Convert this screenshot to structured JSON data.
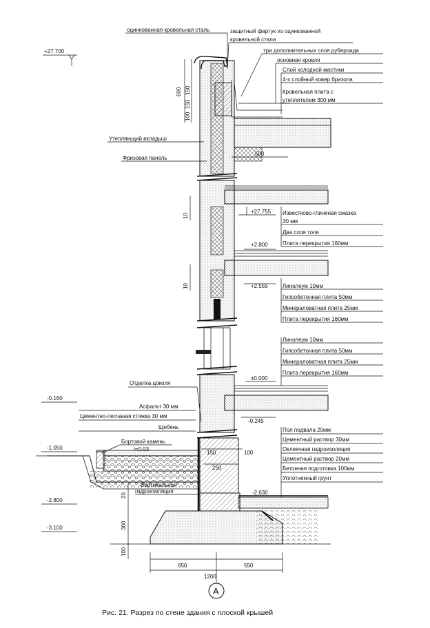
{
  "labels": {
    "roof_steel": "оцинкованная кровельная сталь",
    "apron_1": "защитный фартук из оцинкованной",
    "apron_2": "кровельной стали",
    "extra_layers": "три дополнительных слоя рубероида",
    "main_roof": "основная кровля",
    "cold_mastic": "Слой холодной мастики",
    "brizol": "4-х слойный ковер бризола",
    "roof_slab_1": "Кровельная плита с",
    "roof_slab_2": "утеплителем 300 мм",
    "insert": "Утепляющий вкладыш",
    "frieze": "Фризовая панель",
    "lime_clay_1": "Известково-глиняная смазка",
    "lime_clay_2": "30 мм",
    "tol": "Два слоя толя",
    "slab160_a": "Плита перекрытия 160мм",
    "lino_a": "Линолеум 10мм",
    "gypsum_a": "Гипсобетонная плита 50мм",
    "mineral_a": "Минераловатная плита 25мм",
    "slab160_b": "Плита перекрытия 160мм",
    "lino_b": "Линолеум 10мм",
    "gypsum_b": "Гипсобетонная плита 50мм",
    "mineral_b": "Минераловатная плита 25мм",
    "slab160_c": "Плита перекрытия 160мм",
    "plinth": "Отделка цоколя",
    "asphalt": "Асфальт 30 мм",
    "screed": "Цементно-песчаная стяжка 30 мм",
    "gravel": "Щебень",
    "curb": "Бортовой камень",
    "slope": "i=0.03",
    "basement_floor": "Пол подвала 20мм",
    "cement30": "Цементный раствор 30мм",
    "glued_wp": "Оклеечная гидроизоляция",
    "cement20": "Цементный раствор 20мм",
    "concrete_prep": "Бетонная подготовка 100мм",
    "compacted": "Уплотненный грунт",
    "vert_wp_1": "Вертикальная",
    "vert_wp_2": "гидроизоляция"
  },
  "levels": {
    "l_top": "+27.700",
    "l_27755": "+27.755",
    "l_2800": "+2.800",
    "l_2555": "+2.555",
    "l_0000": "±0.000",
    "l_m0160": "-0.160",
    "l_m0245": "-0.245",
    "l_m1050": "-1.050",
    "l_m2630": "-2.630",
    "l_m2800": "-2.800",
    "l_m3100": "-3.100"
  },
  "dimensions": {
    "d600": "600",
    "d100": "100",
    "d150a": "150",
    "d150b": "150",
    "d500": "500",
    "d10a": "10",
    "d10b": "10",
    "d150c": "150",
    "d100b": "100",
    "d250": "250",
    "d20": "20",
    "d300": "300",
    "d100c": "100",
    "d650": "650",
    "d550": "550",
    "d1200": "1200"
  },
  "axis": "А",
  "caption": "Рис. 21.  Разрез по стене здания с плоской крышей",
  "colors": {
    "ink": "#111111",
    "paper": "#ffffff",
    "hatch": "#555555"
  }
}
